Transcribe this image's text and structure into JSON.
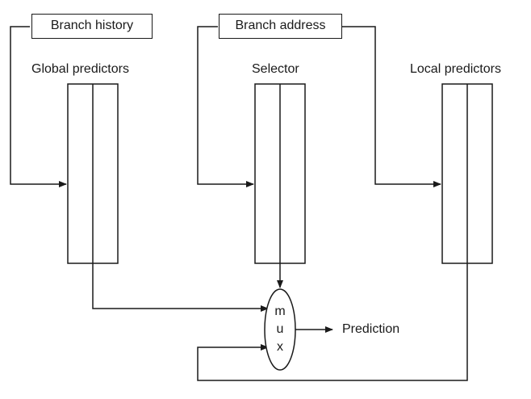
{
  "inputs": {
    "branch_history": "Branch history",
    "branch_address": "Branch address"
  },
  "tables": {
    "global": "Global predictors",
    "selector": "Selector",
    "local": "Local predictors"
  },
  "mux": {
    "letters": [
      "m",
      "u",
      "x"
    ]
  },
  "output": {
    "prediction": "Prediction"
  }
}
